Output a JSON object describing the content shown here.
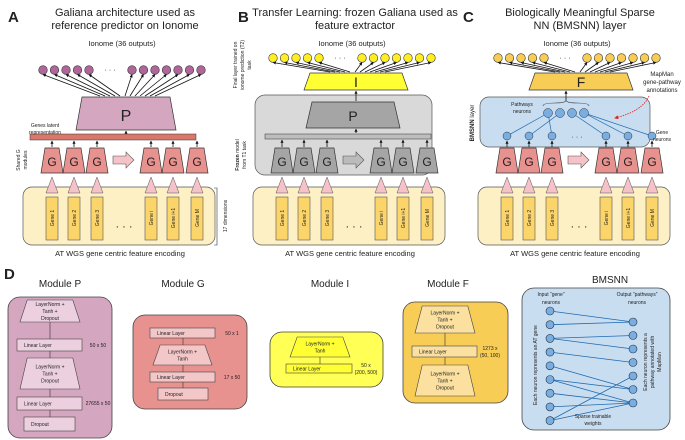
{
  "colors": {
    "p_module": "#d5a6c0",
    "g_module": "#e8928f",
    "latent_bar": "#d9776a",
    "input_box": "#fdf0c4",
    "gene_box": "#fbd46a",
    "triangle": "#f4c2c7",
    "output_purple": "#b0669a",
    "output_yellow": "#ffee22",
    "output_orange": "#f8cd55",
    "frozen_box": "#d9d9d9",
    "frozen_module": "#a5a5a5",
    "i_module": "#ffff33",
    "f_module": "#f8cd55",
    "bmsnn_box": "#c9ddf0",
    "neuron": "#7aaee0",
    "edge": "#1f6bb0",
    "red_arrow": "#e02020"
  },
  "panels": {
    "A": {
      "letter": "A",
      "title": [
        "Galiana architecture used as",
        "reference predictor on Ionome"
      ],
      "outputs": "Ionome (36 outputs)",
      "top_module": "P",
      "side_labels": {
        "latent": [
          "Genes latent",
          "representation"
        ],
        "shared": [
          "Shared G",
          "modules"
        ],
        "dims": "17 dimensions"
      }
    },
    "B": {
      "letter": "B",
      "title": [
        "Transfer Learning: frozen Galiana used as",
        "feature extractor"
      ],
      "outputs": "Ionome (36 outputs)",
      "top_module": "I",
      "frozen_module": "P",
      "side_labels": {
        "final": [
          "Final layer trained on",
          "ionome prediction (T2)",
          "task"
        ],
        "frozen_bold": "Frozen",
        "frozen": [
          " model",
          "from T1 task"
        ]
      }
    },
    "C": {
      "letter": "C",
      "title": [
        "Biologically Meaningful Sparse",
        "NN (BMSNN) layer"
      ],
      "outputs": "Ionome (36 outputs)",
      "top_module": "F",
      "side_labels": {
        "bmsnn_bold": "BMSNN",
        "bmsnn": " layer",
        "pathways": [
          "Pathways",
          "neurons"
        ],
        "gene_neurons": [
          "Gene",
          "neurons"
        ],
        "mapman": [
          "MapMan",
          "gene-pathway",
          "annotations"
        ]
      }
    }
  },
  "shared": {
    "g_label": "G",
    "genes": [
      "Gene 1",
      "Gene 2",
      "Gene 3",
      "Gene i",
      "Gene i+1",
      "Gene M"
    ],
    "ellipsis": "· · ·",
    "encoding": "AT WGS gene centric feature encoding"
  },
  "panel_d": {
    "letter": "D",
    "module_p": {
      "title": "Module P",
      "layers": [
        "LayerNorm +|Tanh +|Dropout",
        "Linear Layer",
        "LayerNorm +|Tanh +|Dropout",
        "Linear Layer",
        "Dropout"
      ],
      "dims": [
        "50 x 50",
        "27655 x 50"
      ]
    },
    "module_g": {
      "title": "Module G",
      "layers": [
        "Linear Layer",
        "LayerNorm +|Tanh",
        "Linear Layer",
        "Dropout"
      ],
      "dims": [
        "50 x 1",
        "17 x 50"
      ]
    },
    "module_i": {
      "title": "Module I",
      "layers": [
        "LayerNorm +|Tanh",
        "Linear Layer"
      ],
      "dims": [
        "50 x",
        "(200, 500)"
      ]
    },
    "module_f": {
      "title": "Module F",
      "layers": [
        "LayerNorm +|Tanh +|Dropout",
        "Linear Layer",
        "LayerNorm +|Tanh +|Dropout"
      ],
      "dims": [
        "1273 x",
        "(50, 100)"
      ]
    },
    "bmsnn": {
      "title": "BMSNN",
      "input_label": [
        "Input “gene”",
        "neurons"
      ],
      "output_label": [
        "Output “pathways”",
        "neurons"
      ],
      "left_note": "Each neuron represents an AT gene",
      "right_note": [
        "Each neuron represents a",
        "pathway annotated with",
        "MapMan"
      ],
      "weights_label": [
        "Sparse trainable",
        "weights"
      ],
      "input_neurons": 9,
      "output_neurons": 7,
      "connections": [
        [
          0,
          0
        ],
        [
          1,
          0
        ],
        [
          2,
          1
        ],
        [
          2,
          2
        ],
        [
          3,
          3
        ],
        [
          4,
          5
        ],
        [
          5,
          5
        ],
        [
          5,
          6
        ],
        [
          6,
          6
        ],
        [
          7,
          6
        ],
        [
          8,
          4
        ],
        [
          8,
          6
        ]
      ]
    }
  }
}
